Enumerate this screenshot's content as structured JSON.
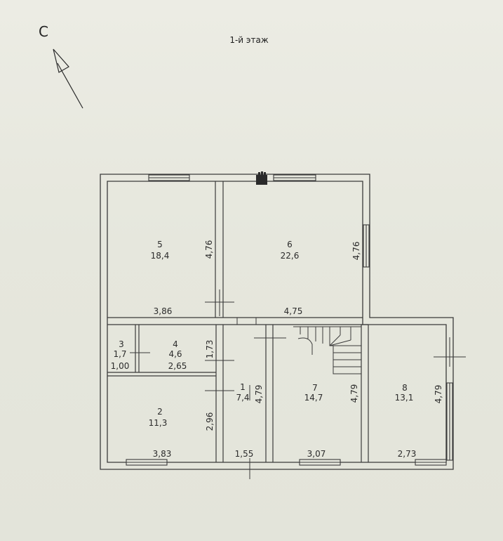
{
  "title": "1-й этаж",
  "north_label": "С",
  "colors": {
    "wall": "#3a3a3a",
    "window": "#3a3a3a",
    "paper": "#e7e8de"
  },
  "rooms": [
    {
      "number": "1",
      "area": "7,4"
    },
    {
      "number": "2",
      "area": "11,3"
    },
    {
      "number": "3",
      "area": "1,7"
    },
    {
      "number": "4",
      "area": "4,6"
    },
    {
      "number": "5",
      "area": "18,4"
    },
    {
      "number": "6",
      "area": "22,6"
    },
    {
      "number": "7",
      "area": "14,7"
    },
    {
      "number": "8",
      "area": "13,1"
    }
  ],
  "dimensions": {
    "room5_height": "4,76",
    "room6_height": "4,76",
    "room5_width": "3,86",
    "room6_width": "4,75",
    "room4_height": "1,73",
    "room3_width": "1,00",
    "room4_width": "2,65",
    "room2_height": "2,96",
    "room2_width": "3,83",
    "room1_height": "4,79",
    "room1_width": "1,55",
    "room7_height": "4,79",
    "room7_width": "3,07",
    "room8_height": "4,79",
    "room8_width": "2,73"
  }
}
